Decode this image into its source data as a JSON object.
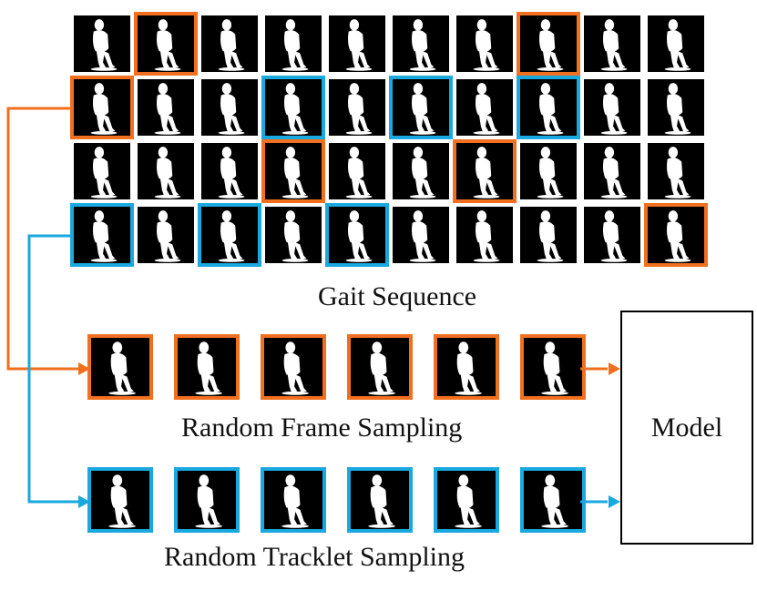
{
  "captions": {
    "sequence": "Gait Sequence",
    "frame_sampling": "Random Frame Sampling",
    "tracklet_sampling": "Random Tracklet Sampling",
    "model": "Model"
  },
  "colors": {
    "frame": "#F07020",
    "tracklet": "#1AA8E0",
    "frame_bg": "#000000",
    "silhouette": "#FFFFFF"
  },
  "grid": {
    "rows": 4,
    "cols": 10,
    "highlights": [
      {
        "row": 0,
        "col": 1,
        "type": "frame"
      },
      {
        "row": 0,
        "col": 7,
        "type": "frame"
      },
      {
        "row": 1,
        "col": 0,
        "type": "frame"
      },
      {
        "row": 1,
        "col": 3,
        "type": "tracklet"
      },
      {
        "row": 1,
        "col": 5,
        "type": "tracklet"
      },
      {
        "row": 1,
        "col": 7,
        "type": "tracklet"
      },
      {
        "row": 2,
        "col": 3,
        "type": "frame"
      },
      {
        "row": 2,
        "col": 6,
        "type": "frame"
      },
      {
        "row": 3,
        "col": 0,
        "type": "tracklet"
      },
      {
        "row": 3,
        "col": 2,
        "type": "tracklet"
      },
      {
        "row": 3,
        "col": 4,
        "type": "tracklet"
      },
      {
        "row": 3,
        "col": 9,
        "type": "frame"
      }
    ]
  },
  "sampled": {
    "frame_count": 6,
    "tracklet_count": 6
  },
  "icons": {
    "silhouette": "walking-person-silhouette-icon",
    "arrow": "arrow-right-icon"
  }
}
